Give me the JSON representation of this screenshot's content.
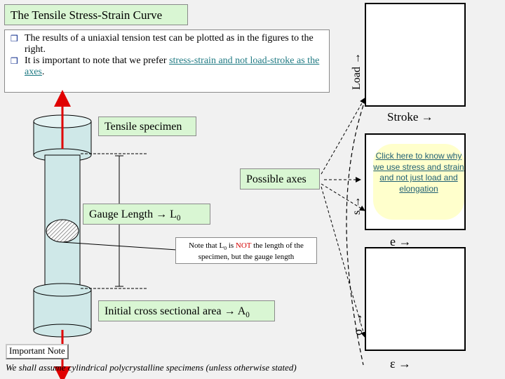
{
  "title": "The Tensile Stress-Strain Curve",
  "bullets": [
    {
      "text": "The results of a uniaxial tension test can be plotted as in the figures to the right."
    },
    {
      "text_before": "It is important to note that we prefer ",
      "link": "stress-strain and not load-stroke as the axes",
      "text_after": "."
    }
  ],
  "labels": {
    "tensile_specimen": "Tensile specimen",
    "possible_axes": "Possible axes",
    "gauge_length": "Gauge Length → L",
    "gauge_sub": "0",
    "initial_area": "Initial cross sectional area → A",
    "initial_area_sub": "0"
  },
  "note": {
    "part1": "Note that L",
    "sub": "0",
    "part2": " is ",
    "not_word": "NOT",
    "part3": " the length of the specimen, but the gauge length",
    "not_color": "#d40000"
  },
  "axes": {
    "load": "Load →",
    "stroke": "Stroke →",
    "s_axis": "s →",
    "e_axis": "e →",
    "sigma_axis": "σ →",
    "epsilon_axis": "ε →"
  },
  "click_here": "Click here to know why we use stress and strain and not just load and elongation",
  "important_note": "Important Note",
  "footer": "We shall assume cylindrical polycrystalline specimens (unless otherwise stated)",
  "colors": {
    "background": "#f1f1f1",
    "label_fill": "#d9f6d3",
    "specimen_fill": "#cfe8e8",
    "arrow_red": "#e00000",
    "link_teal": "#1f7a83",
    "callout_yellow": "#ffffcc",
    "bullet_blue": "#0b2a8a"
  }
}
